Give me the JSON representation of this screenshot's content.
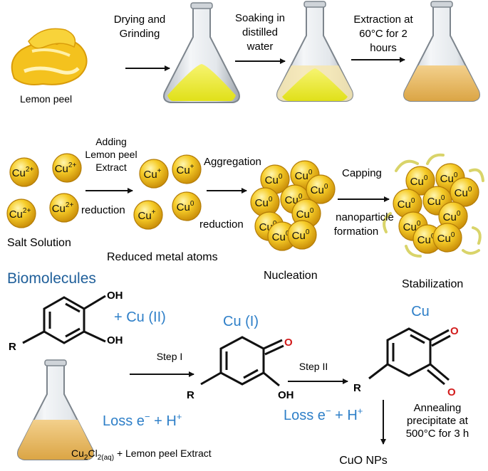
{
  "steps": {
    "peel": "Lemon peel",
    "drying_l1": "Drying  and",
    "drying_l2": "Grinding",
    "soaking_l1": "Soaking in",
    "soaking_l2": "distilled",
    "soaking_l3": "water",
    "extract_l1": "Extraction at",
    "extract_l2": "60°C for 2",
    "extract_l3": "hours"
  },
  "mechanism": {
    "adding_l1": "Adding",
    "adding_l2": "Lemon peel",
    "adding_l3": "Extract",
    "reduction": "reduction",
    "aggregation": "Aggregation",
    "reduction2": "reduction",
    "capping": "Capping",
    "nano_l1": "nanoparticle",
    "nano_l2": "formation",
    "salt": "Salt Solution",
    "reduced": "Reduced metal atoms",
    "nucleation": "Nucleation",
    "stabilization": "Stabilization"
  },
  "ions": {
    "cu2": "Cu",
    "cu2_sup": "2+",
    "cu1_sup": "+",
    "cu0_sup": "0"
  },
  "chemistry": {
    "biomolecules": "Biomolecules",
    "oh": "OH",
    "r": "R",
    "o": "O",
    "plus_cu2": "+ Cu (II)",
    "cu1": "Cu (I)",
    "cu": "Cu",
    "step1": "Step I",
    "step2": "Step II",
    "loss": "Loss e",
    "loss_sup1": "−",
    "loss_mid": " + H",
    "loss_sup2": "+",
    "annealing_l1": "Annealing",
    "annealing_l2": "precipitate at",
    "annealing_l3": "500°C for 3 h",
    "cuo": "CuO NPs",
    "flask_a": "Cu",
    "flask_sub1": "2",
    "flask_b": "Cl",
    "flask_sub2": "2(aq)",
    "flask_rest": " + Lemon peel Extract"
  },
  "colors": {
    "accent_blue": "#2e7fc8",
    "title_blue": "#1f5f9a",
    "oxygen_red": "#d21c1c",
    "gold": "#f2c21a",
    "extract": "#e9b24c"
  }
}
